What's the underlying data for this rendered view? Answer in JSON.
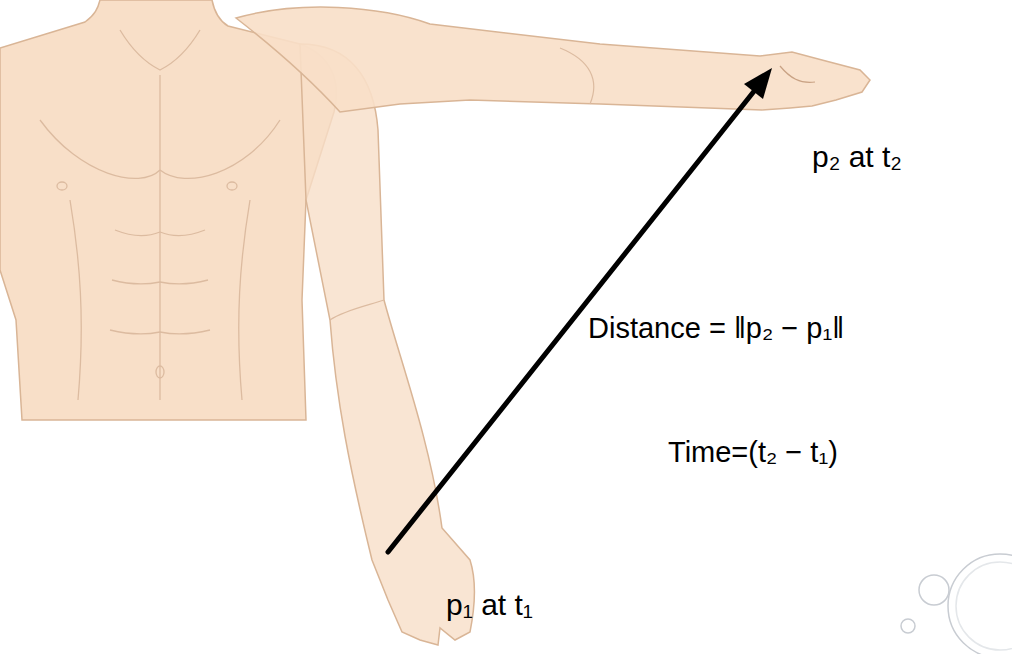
{
  "diagram": {
    "labels": [
      "p₂ at t₂",
      "Distance = ‖p₂ − p₁‖",
      "Time=(t₂ − t₁)",
      "p₁ at t₁"
    ]
  }
}
